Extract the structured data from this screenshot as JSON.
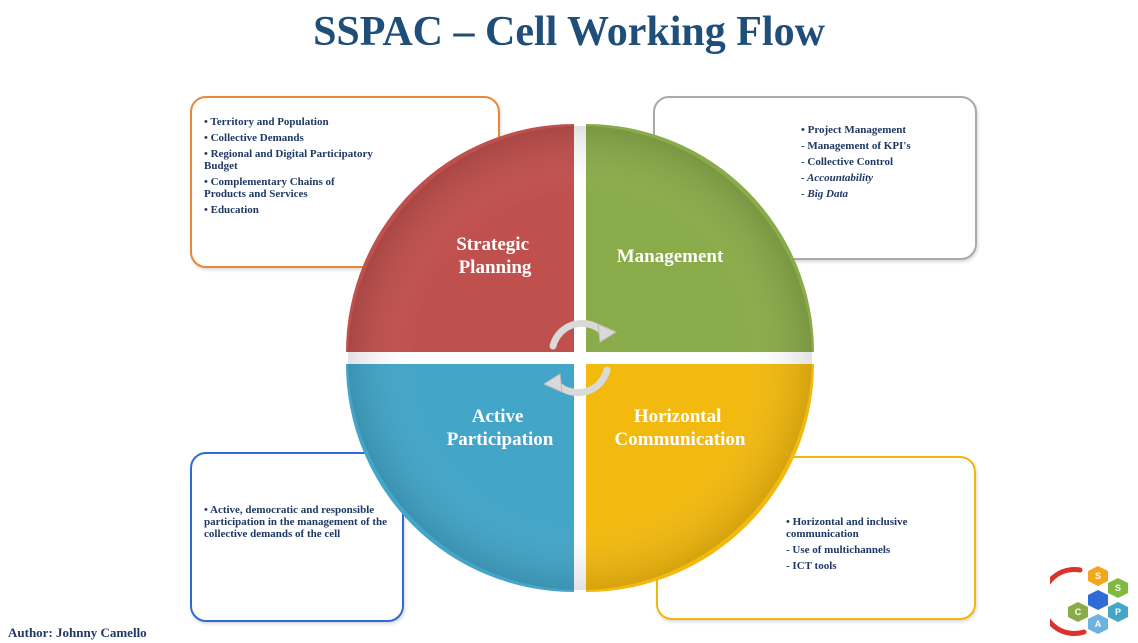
{
  "title": "SSPAC – Cell Working Flow",
  "quadrants": {
    "strategic_planning": {
      "line1": "Strategic",
      "line2": "Planning",
      "color": "#c0504d"
    },
    "management": {
      "line1": "Management",
      "color": "#8aab4a"
    },
    "active_participation": {
      "line1": "Active",
      "line2": "Participation",
      "color": "#43a5c8"
    },
    "horizontal_communication": {
      "line1": "Horizontal",
      "line2": "Communication",
      "color": "#f2b90f"
    }
  },
  "boxes": {
    "strategic_planning": [
      "• Territory and Population",
      "• Collective Demands",
      "• Regional and Digital Participatory Budget",
      "• Complementary Chains of Products and Services",
      "• Education"
    ],
    "management": [
      "• Project Management",
      "- Management of KPI's",
      "- Collective Control",
      "- Accountability",
      "- Big Data"
    ],
    "active_participation": [
      "• Active, democratic and responsible participation in the management of the collective demands of the cell"
    ],
    "horizontal_communication": [
      "• Horizontal and inclusive communication",
      "- Use of multichannels",
      "- ICT tools"
    ]
  },
  "author": "Author: Johnny Camello",
  "logo": {
    "letters": [
      "S",
      "S",
      "P",
      "A",
      "C"
    ]
  }
}
